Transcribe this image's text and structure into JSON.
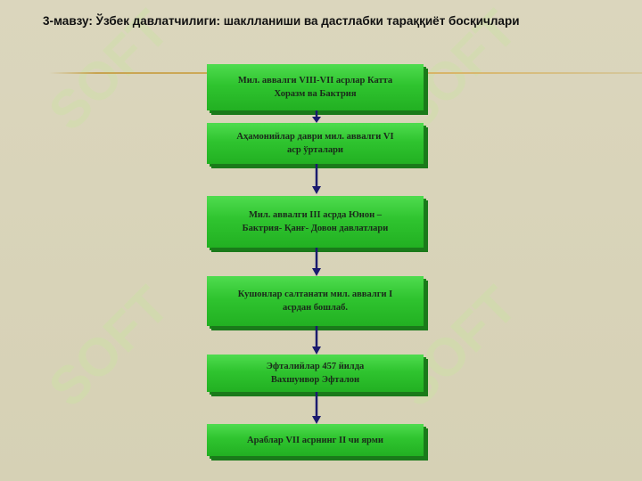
{
  "slide": {
    "title": "3-мавзу: Ўзбек  давлатчилиги: шаклланиши ва дастлабки тараққиёт босқичлари",
    "watermark_text": "SOFT",
    "boxes": [
      {
        "line1": "Мил. аввалги VIII-VII асрлар Катта",
        "line2": "Хоразм ва Бактрия"
      },
      {
        "line1": "Аҳамонийлар даври мил. аввалги VI",
        "line2": "аср ўрталари"
      },
      {
        "line1": "Мил. аввалги III асрда Юнон –",
        "line2": "Бактрия- Қанғ- Довон давлатлари"
      },
      {
        "line1": "Кушонлар салтанати  мил. аввалги I",
        "line2": "асрдан бошлаб."
      },
      {
        "line1": "Эфталийлар  457 йилда",
        "line2": "Вахшунвор Эфталон"
      },
      {
        "line1": "Араблар VII асрнинг II чи ярми",
        "line2": ""
      }
    ],
    "colors": {
      "box_green": "#33c433",
      "arrow_navy": "#1a1a6e",
      "rule_gold": "#c8a450"
    }
  }
}
